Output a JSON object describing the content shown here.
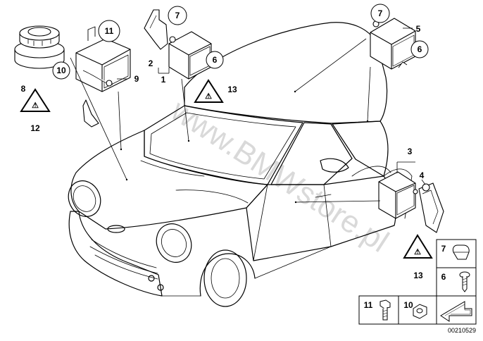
{
  "watermark": "www.BMWstore.pl",
  "diagram_code": "00210529",
  "callouts": {
    "c1": "1",
    "c2": "2",
    "c3": "3",
    "c4": "4",
    "c5": "5",
    "c6a": "6",
    "c6b": "6",
    "c7a": "7",
    "c7b": "7",
    "c8": "8",
    "c9": "9",
    "c10": "10",
    "c11": "11",
    "c12": "12",
    "c13a": "13",
    "c13b": "13"
  },
  "parts_table": {
    "r1": "7",
    "r2": "6",
    "r3a": "11",
    "r3b": "10"
  }
}
